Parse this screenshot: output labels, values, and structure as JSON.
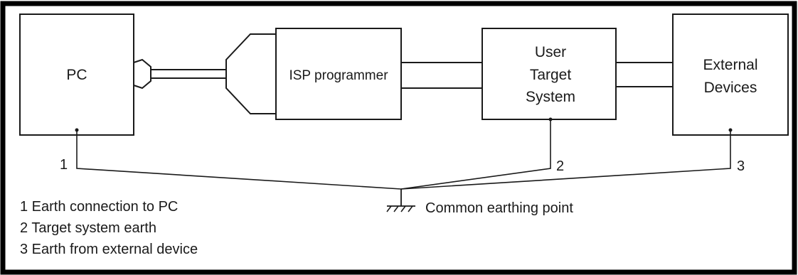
{
  "boxes": {
    "pc": "PC",
    "isp": "ISP programmer",
    "target": [
      "User",
      "Target",
      "System"
    ],
    "external": [
      "External",
      "Devices"
    ]
  },
  "earth_numbers": [
    "1",
    "2",
    "3"
  ],
  "common_point_label": "Common earthing point",
  "legend": [
    "1 Earth connection to PC",
    "2 Target system earth",
    "3 Earth from external device"
  ]
}
